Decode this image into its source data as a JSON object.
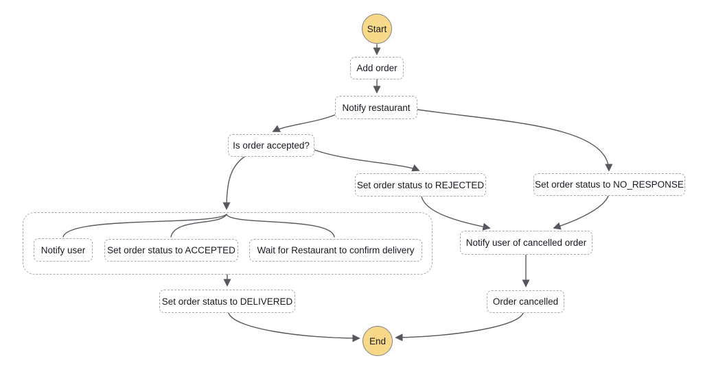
{
  "diagram": {
    "colors": {
      "background": "#ffffff",
      "terminal_fill": "#f8d98a",
      "terminal_border": "#7d7f83",
      "node_border": "#a5a9ae",
      "edge": "#54575c",
      "text": "#16191f"
    },
    "terminals": {
      "start": {
        "label": "Start"
      },
      "end": {
        "label": "End"
      }
    },
    "nodes": {
      "add_order": {
        "label": "Add order"
      },
      "notify_restaurant": {
        "label": "Notify restaurant"
      },
      "is_order_accepted": {
        "label": "Is order accepted?"
      },
      "set_rejected": {
        "label": "Set order status to REJECTED"
      },
      "set_no_response": {
        "label": "Set order status to NO_RESPONSE"
      },
      "notify_user": {
        "label": "Notify user"
      },
      "set_accepted": {
        "label": "Set order status to ACCEPTED"
      },
      "wait_confirm": {
        "label": "Wait for Restaurant to confirm delivery"
      },
      "set_delivered": {
        "label": "Set order status to DELIVERED"
      },
      "notify_cancelled": {
        "label": "Notify user of cancelled order"
      },
      "order_cancelled": {
        "label": "Order cancelled"
      }
    }
  }
}
